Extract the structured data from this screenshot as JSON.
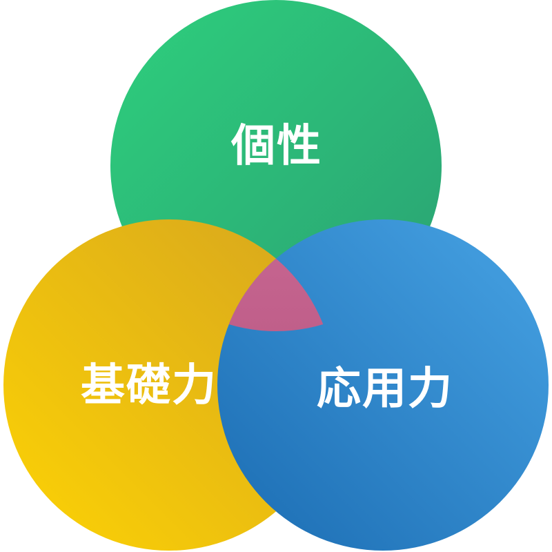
{
  "diagram": {
    "type": "venn-3-circles",
    "background_color": "#ffffff",
    "text_color": "#ffffff",
    "circles": [
      {
        "id": "individuality",
        "label": "個性",
        "color_start": "#2ecf7d",
        "color_end": "#2aa173"
      },
      {
        "id": "fundamentals",
        "label": "基礎力",
        "color_start": "#d6a51f",
        "color_end": "#fdd304"
      },
      {
        "id": "application",
        "label": "応用力",
        "color_start": "#47a3e4",
        "color_end": "#1b6cb2"
      }
    ],
    "intersection": {
      "id": "triple-overlap",
      "color_start": "#d5759f",
      "color_end": "#c05f8a"
    }
  }
}
